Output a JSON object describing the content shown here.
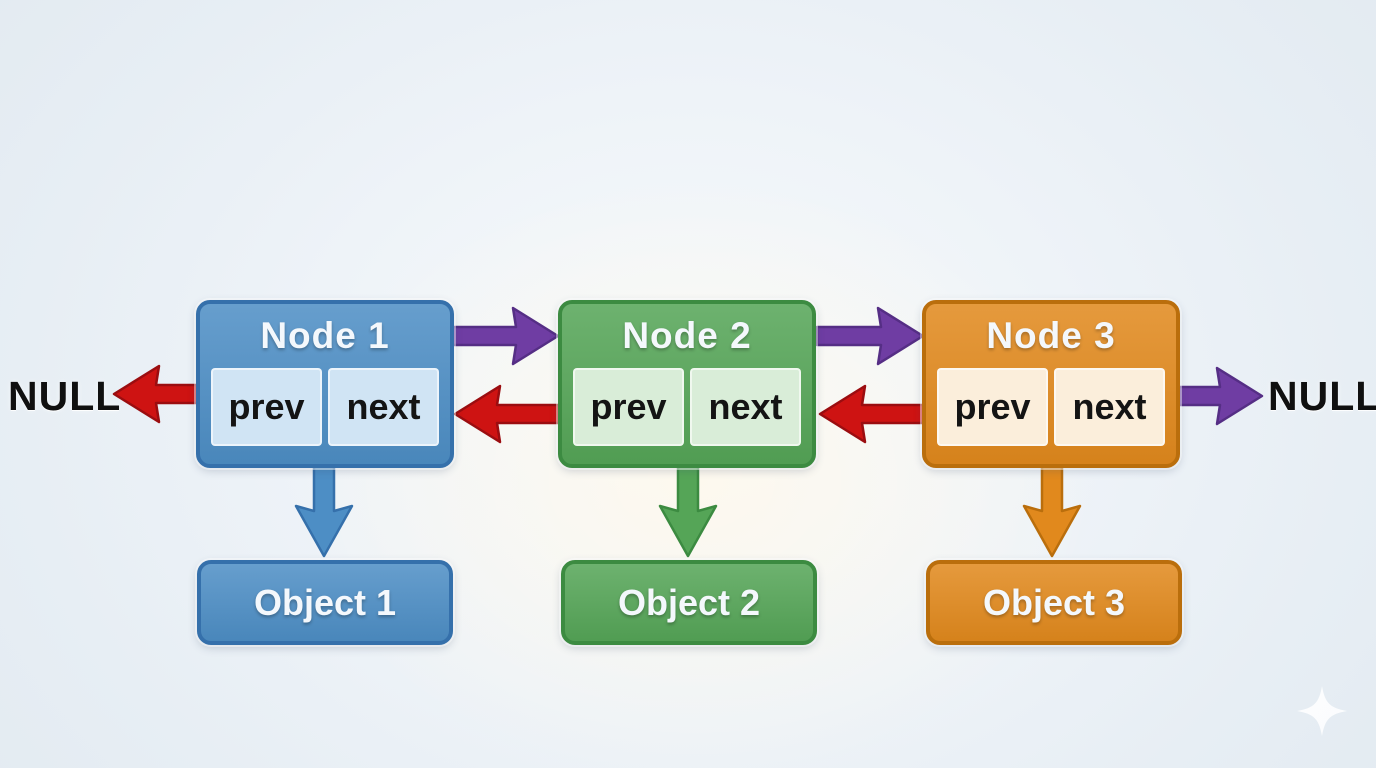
{
  "diagram": {
    "null_left": "NULL",
    "null_right": "NULL",
    "nodes": [
      {
        "title": "Node 1",
        "prev_label": "prev",
        "next_label": "next",
        "object_label": "Object 1"
      },
      {
        "title": "Node 2",
        "prev_label": "prev",
        "next_label": "next",
        "object_label": "Object 2"
      },
      {
        "title": "Node 3",
        "prev_label": "prev",
        "next_label": "next",
        "object_label": "Object 3"
      }
    ],
    "links": [
      {
        "name": "node1-prev-to-null",
        "color": "red",
        "direction": "left"
      },
      {
        "name": "node1-next-to-node2",
        "color": "purple",
        "direction": "right"
      },
      {
        "name": "node2-prev-to-node1",
        "color": "red",
        "direction": "left"
      },
      {
        "name": "node2-next-to-node3",
        "color": "purple",
        "direction": "right"
      },
      {
        "name": "node3-prev-to-node2",
        "color": "red",
        "direction": "left"
      },
      {
        "name": "node3-next-to-null",
        "color": "purple",
        "direction": "right"
      },
      {
        "name": "node1-to-object1",
        "color": "blue",
        "direction": "down"
      },
      {
        "name": "node2-to-object2",
        "color": "green",
        "direction": "down"
      },
      {
        "name": "node3-to-object3",
        "color": "orange",
        "direction": "down"
      }
    ],
    "watermark_icon": "sparkle"
  },
  "colors": {
    "node1_fill": "#4d8ec5",
    "node1_border": "#3570ab",
    "node1_cell": "#d0e4f4",
    "node2_fill": "#55a557",
    "node2_border": "#3c8b41",
    "node2_cell": "#d9edd8",
    "node3_fill": "#e1891d",
    "node3_border": "#ba6e0c",
    "node3_cell": "#fbeedb",
    "arrow_purple": "#6f3da3",
    "arrow_purple_edge": "#552e85",
    "arrow_red": "#ce1312",
    "arrow_red_edge": "#9b0d10",
    "text_light": "#f4f8fc",
    "text_dark": "#141414",
    "null_text": "#101010",
    "sparkle": "#ffffff"
  }
}
